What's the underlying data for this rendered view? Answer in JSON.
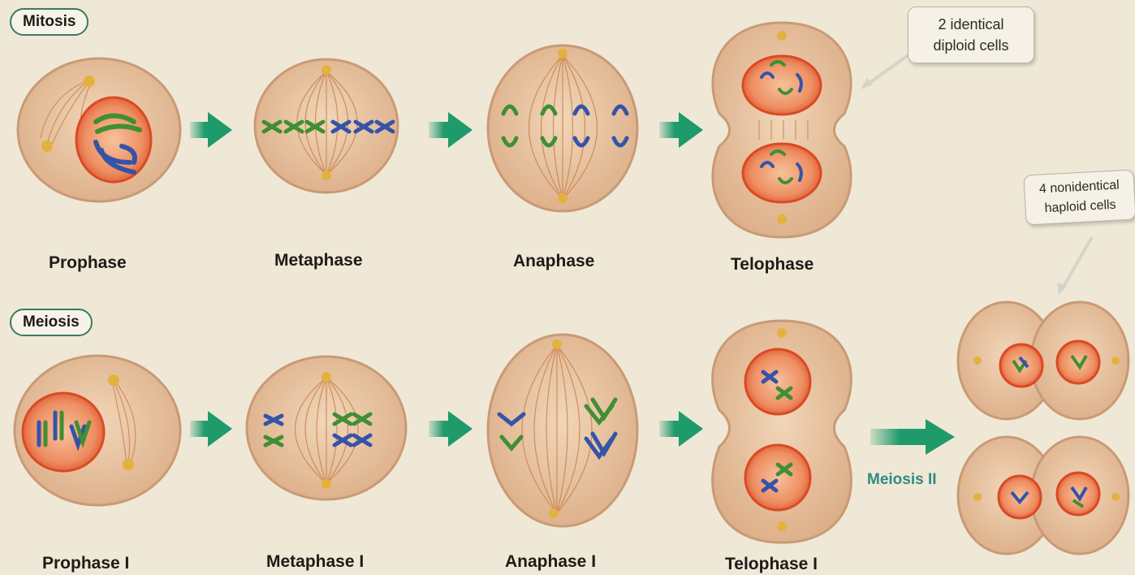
{
  "sections": {
    "mitosis": "Mitosis",
    "meiosis": "Meiosis"
  },
  "mitosis_stages": [
    "Prophase",
    "Metaphase",
    "Anaphase",
    "Telophase"
  ],
  "meiosis_stages": [
    "Prophase I",
    "Metaphase I",
    "Anaphase I",
    "Telophase I"
  ],
  "callouts": {
    "mitosis_result": "2 identical\ndiploid cells",
    "meiosis_result": "4 nonidentical\nhaploid cells"
  },
  "meiosis_ii_label": "Meiosis II",
  "colors": {
    "background": "#efe8d6",
    "cell_fill": "#ecc9a6",
    "cell_edge": "#c99a76",
    "nucleus": "#e8663f",
    "arrow": "#1e9a6b",
    "chromosome_green": "#3f8f33",
    "chromosome_blue": "#3553a8",
    "spindle": "#c8844f",
    "centrosome": "#e3b23c"
  }
}
